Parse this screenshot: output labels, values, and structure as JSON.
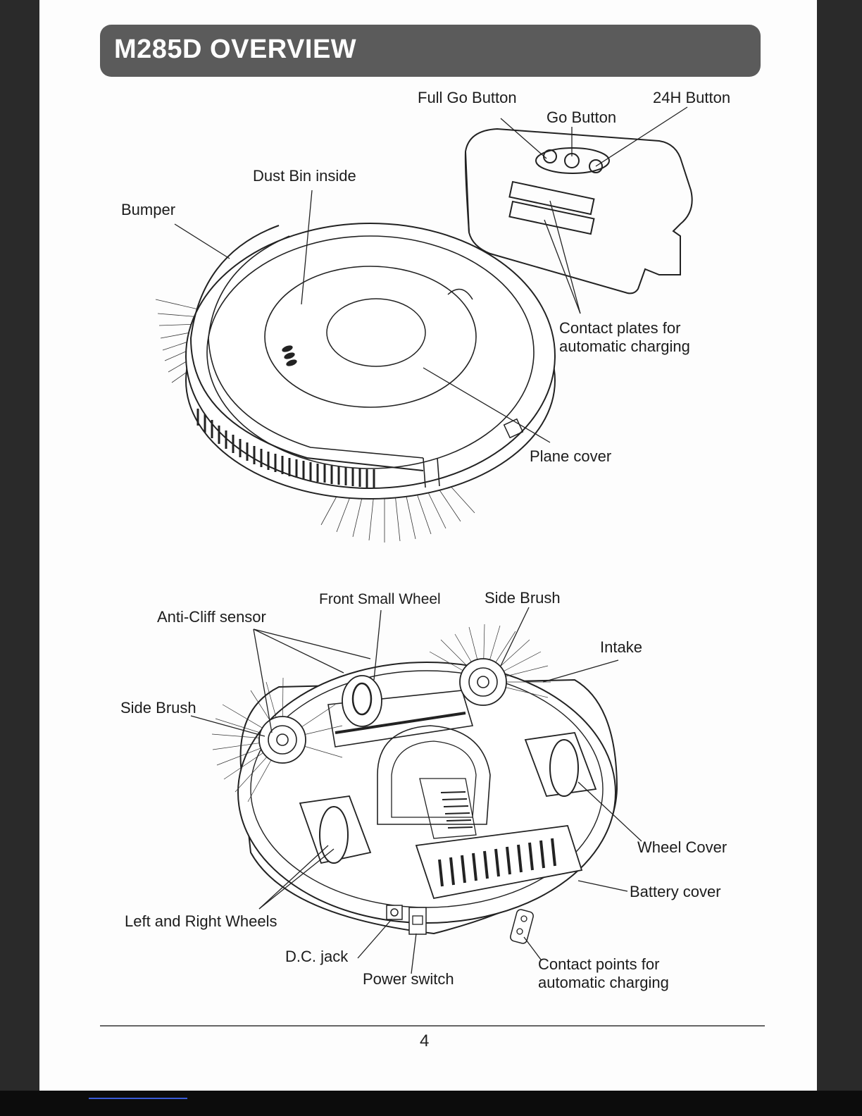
{
  "header": {
    "title": "M285D OVERVIEW"
  },
  "top_labels": {
    "full_go_button": "Full Go Button",
    "go_button": "Go Button",
    "h24_button": "24H Button",
    "dust_bin": "Dust Bin inside",
    "bumper": "Bumper",
    "contact_plates": [
      "Contact plates for",
      "automatic charging"
    ],
    "plane_cover": "Plane cover"
  },
  "bottom_labels": {
    "front_small_wheel": "Front Small Wheel",
    "side_brush_right": "Side Brush",
    "anti_cliff": "Anti-Cliff sensor",
    "intake": "Intake",
    "side_brush_left": "Side Brush",
    "wheel_cover": "Wheel Cover",
    "battery_cover": "Battery cover",
    "wheels": "Left and Right Wheels",
    "dc_jack": "D.C. jack",
    "power_switch": "Power switch",
    "contact_points": [
      "Contact points for",
      "automatic charging"
    ]
  },
  "footer": {
    "page_number": "4"
  }
}
